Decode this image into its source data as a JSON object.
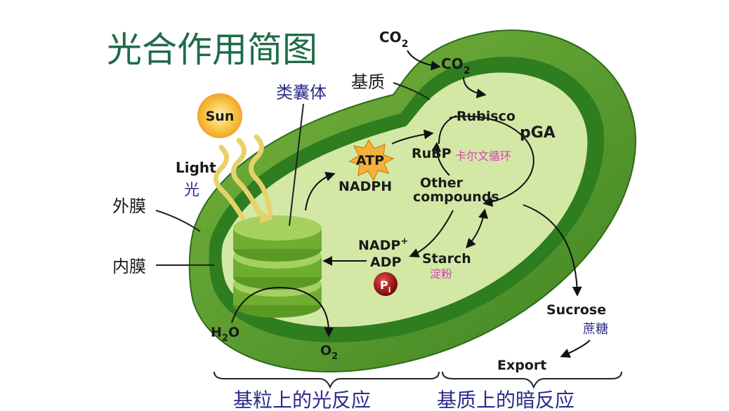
{
  "title": "光合作用简图",
  "labels": {
    "co2_outside": "CO",
    "co2_outside_sub": "2",
    "co2_inside": "CO",
    "co2_inside_sub": "2",
    "stroma": "基质",
    "thylakoid": "类囊体",
    "sun": "Sun",
    "light": "Light",
    "light_cn": "光",
    "outer_membrane": "外膜",
    "inner_membrane": "内膜",
    "atp": "ATP",
    "nadph": "NADPH",
    "rubisco": "Rubisco",
    "pga": "pGA",
    "rubp": "RuBP",
    "calvin_cycle": "卡尔文循环",
    "other_compounds_1": "Other",
    "other_compounds_2": "compounds",
    "nadp": "NADP",
    "nadp_sup": "+",
    "adp": "ADP",
    "starch": "Starch",
    "starch_cn": "淀粉",
    "pi": "P",
    "pi_sub": "i",
    "h2o_h": "H",
    "h2o_sub": "2",
    "h2o_o": "O",
    "o2": "O",
    "o2_sub": "2",
    "sucrose": "Sucrose",
    "sucrose_cn": "蔗糖",
    "export": "Export",
    "bottom_light_reaction": "基粒上的光反应",
    "bottom_dark_reaction": "基质上的暗反应"
  },
  "colors": {
    "title": "#1e6b4a",
    "outer_green": "#5b9a2c",
    "outer_dark": "#2f6e1a",
    "inner_band": "#2e7d1f",
    "stroma": "#d4e8a6",
    "grana": "#7ab53a",
    "grana_top": "#a6d160",
    "atp_burst": "#f5b23a",
    "sun": "#f7c245",
    "chinese_blue": "#2b2b8a",
    "chinese_pink": "#d43fb8",
    "pi_ball": "#b01818",
    "text": "#1a1a1a"
  }
}
